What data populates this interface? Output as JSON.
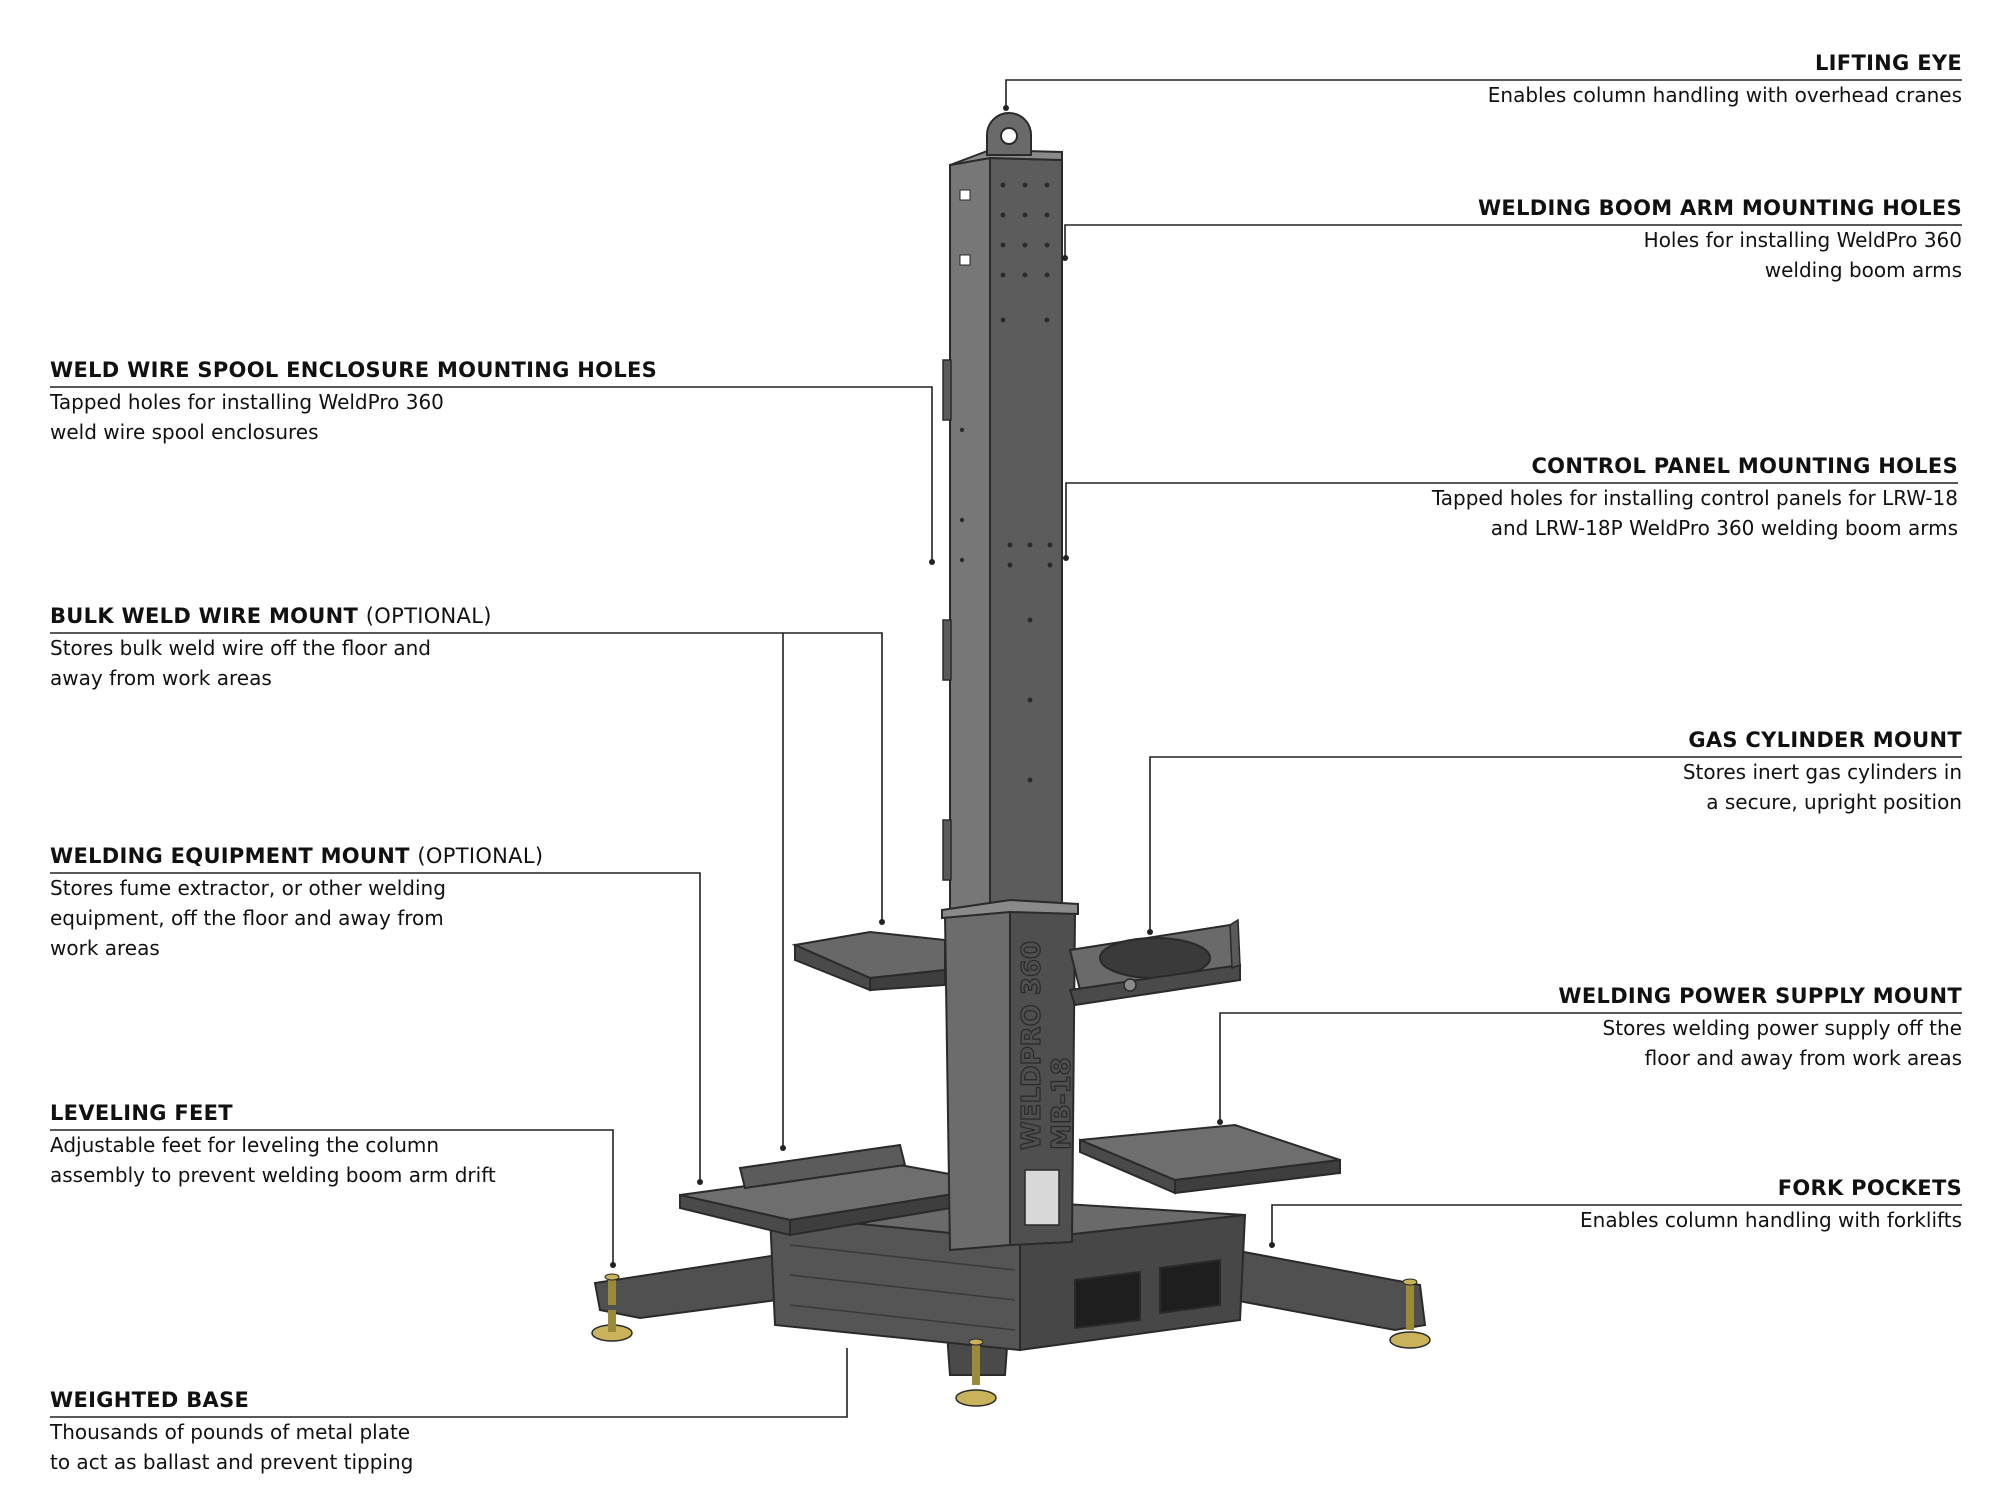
{
  "colors": {
    "steel_dark": "#3d3d3d",
    "steel_mid": "#5a5a5a",
    "steel_light": "#727272",
    "foot_brass": "#c9b25a",
    "leader_line": "#222222"
  },
  "callouts": {
    "lifting_eye": {
      "title": "LIFTING EYE",
      "desc": [
        "Enables column handling with overhead cranes"
      ]
    },
    "boom_arm_holes": {
      "title": "WELDING BOOM ARM MOUNTING HOLES",
      "desc": [
        "Holes for installing WeldPro 360",
        "welding boom arms"
      ]
    },
    "spool_enclosure_holes": {
      "title": "WELD WIRE SPOOL ENCLOSURE MOUNTING HOLES",
      "desc": [
        "Tapped holes for installing WeldPro 360",
        "weld wire spool enclosures"
      ]
    },
    "control_panel_holes": {
      "title": "CONTROL PANEL MOUNTING HOLES",
      "desc": [
        "Tapped holes for installing control panels for LRW-18",
        "and LRW-18P WeldPro 360 welding boom arms"
      ]
    },
    "bulk_wire_mount": {
      "title": "BULK WELD WIRE MOUNT",
      "optional": "(OPTIONAL)",
      "desc": [
        "Stores bulk weld wire off the floor and",
        "away from work areas"
      ]
    },
    "gas_cylinder_mount": {
      "title": "GAS CYLINDER MOUNT",
      "desc": [
        "Stores inert gas cylinders in",
        "a secure, upright position"
      ]
    },
    "equipment_mount": {
      "title": "WELDING EQUIPMENT MOUNT",
      "optional": "(OPTIONAL)",
      "desc": [
        "Stores fume extractor, or other welding",
        "equipment, off the floor and away from",
        "work areas"
      ]
    },
    "power_supply_mount": {
      "title": "WELDING POWER SUPPLY MOUNT",
      "desc": [
        "Stores welding power supply off the",
        "floor and away from work areas"
      ]
    },
    "leveling_feet": {
      "title": "LEVELING FEET",
      "desc": [
        "Adjustable feet for leveling the column",
        "assembly to prevent welding boom arm drift"
      ]
    },
    "fork_pockets": {
      "title": "FORK POCKETS",
      "desc": [
        "Enables column handling with forklifts"
      ]
    },
    "weighted_base": {
      "title": "WEIGHTED BASE",
      "desc": [
        "Thousands of pounds of metal plate",
        "to act as ballast and prevent tipping"
      ]
    }
  },
  "product_label": {
    "line1": "WELDPRO 360",
    "line2": "MB-18"
  }
}
